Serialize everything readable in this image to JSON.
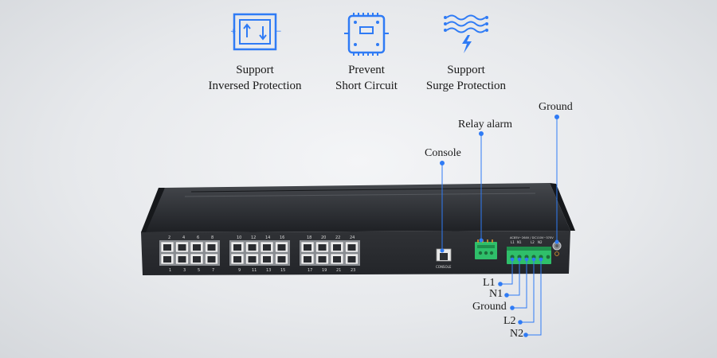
{
  "features": [
    {
      "icon": "inverse-protection-icon",
      "line1": "Support",
      "line2": "Inversed Protection"
    },
    {
      "icon": "short-circuit-icon",
      "line1": "Prevent",
      "line2": "Short Circuit"
    },
    {
      "icon": "surge-protection-icon",
      "line1": "Support",
      "line2": "Surge Protection"
    }
  ],
  "callouts": {
    "console": "Console",
    "relay_alarm": "Relay alarm",
    "ground_top": "Ground",
    "l1": "L1",
    "n1": "N1",
    "ground_bottom": "Ground",
    "l2": "L2",
    "n2": "N2"
  },
  "device": {
    "top_numbers": [
      "2",
      "4",
      "6",
      "8",
      "10",
      "12",
      "14",
      "16",
      "18",
      "20",
      "22",
      "24"
    ],
    "bottom_numbers": [
      "1",
      "3",
      "5",
      "7",
      "9",
      "11",
      "13",
      "15",
      "17",
      "19",
      "21",
      "23"
    ],
    "console_label": "CONSOLE",
    "power_rating": "AC85V~264V / DC110V~370V",
    "terminal_marks": [
      "L1",
      "N1",
      "L2",
      "N2"
    ]
  },
  "colors": {
    "accent": "#2f7bf5",
    "chassis": "#2a2c30"
  }
}
